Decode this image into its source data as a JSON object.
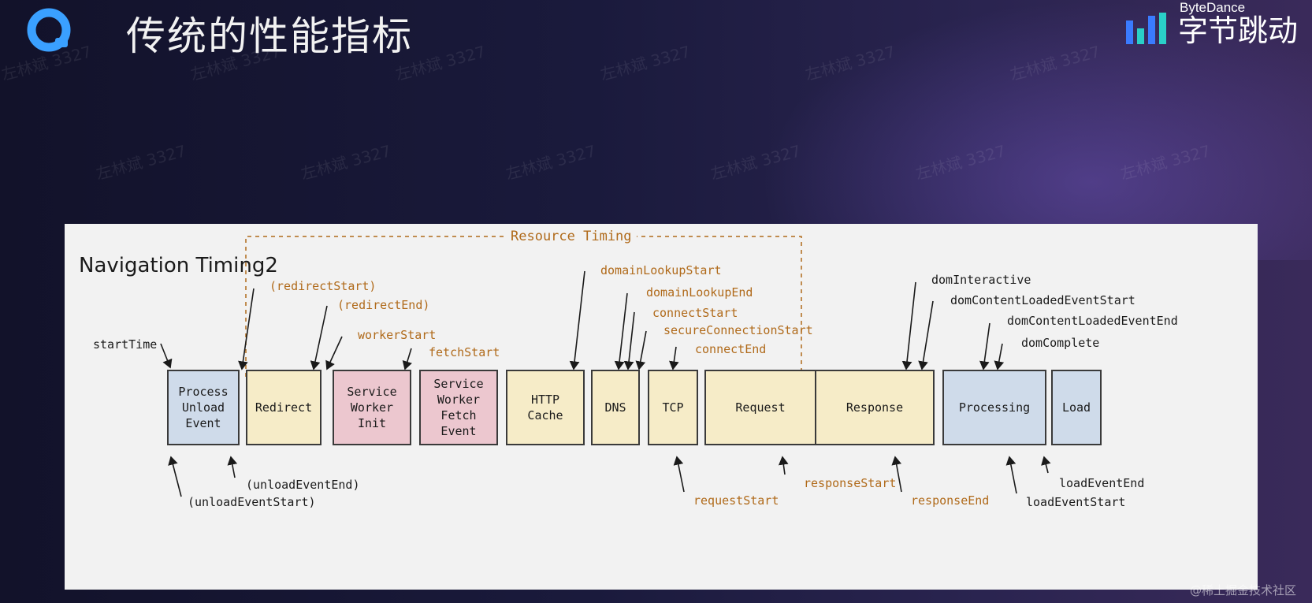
{
  "slide": {
    "title": "传统的性能指标",
    "brand_en": "ByteDance",
    "brand_cn": "字节跳动",
    "footer": "@稀土掘金技术社区"
  },
  "diagram": {
    "title": "Navigation Timing2",
    "resource_timing_label": "Resource Timing",
    "boxes": [
      {
        "id": "process-unload",
        "label": "Process\nUnload\nEvent",
        "color": "blue"
      },
      {
        "id": "redirect",
        "label": "Redirect",
        "color": "yellow"
      },
      {
        "id": "service-worker-init",
        "label": "Service\nWorker\nInit",
        "color": "pink"
      },
      {
        "id": "service-worker-fetch",
        "label": "Service\nWorker\nFetch\nEvent",
        "color": "pink"
      },
      {
        "id": "http-cache",
        "label": "HTTP\nCache",
        "color": "yellow"
      },
      {
        "id": "dns",
        "label": "DNS",
        "color": "yellow"
      },
      {
        "id": "tcp",
        "label": "TCP",
        "color": "yellow"
      },
      {
        "id": "request",
        "label": "Request",
        "color": "yellow"
      },
      {
        "id": "response",
        "label": "Response",
        "color": "yellow"
      },
      {
        "id": "processing",
        "label": "Processing",
        "color": "blue"
      },
      {
        "id": "load",
        "label": "Load",
        "color": "blue"
      }
    ],
    "labels": {
      "startTime": "startTime",
      "redirectStart": "(redirectStart)",
      "redirectEnd": "(redirectEnd)",
      "workerStart": "workerStart",
      "fetchStart": "fetchStart",
      "domainLookupStart": "domainLookupStart",
      "domainLookupEnd": "domainLookupEnd",
      "connectStart": "connectStart",
      "secureConnectionStart": "secureConnectionStart",
      "connectEnd": "connectEnd",
      "domInteractive": "domInteractive",
      "domContentLoadedEventStart": "domContentLoadedEventStart",
      "domContentLoadedEventEnd": "domContentLoadedEventEnd",
      "domComplete": "domComplete",
      "unloadEventEnd": "(unloadEventEnd)",
      "unloadEventStart": "(unloadEventStart)",
      "requestStart": "requestStart",
      "responseStart": "responseStart",
      "responseEnd": "responseEnd",
      "loadEventEnd": "loadEventEnd",
      "loadEventStart": "loadEventStart"
    },
    "watermark": "左林斌 3327",
    "colors": {
      "orange": "#b06a1a",
      "blue": "#cfdbea",
      "yellow": "#f6ecc8",
      "pink": "#ecc7cf"
    }
  }
}
